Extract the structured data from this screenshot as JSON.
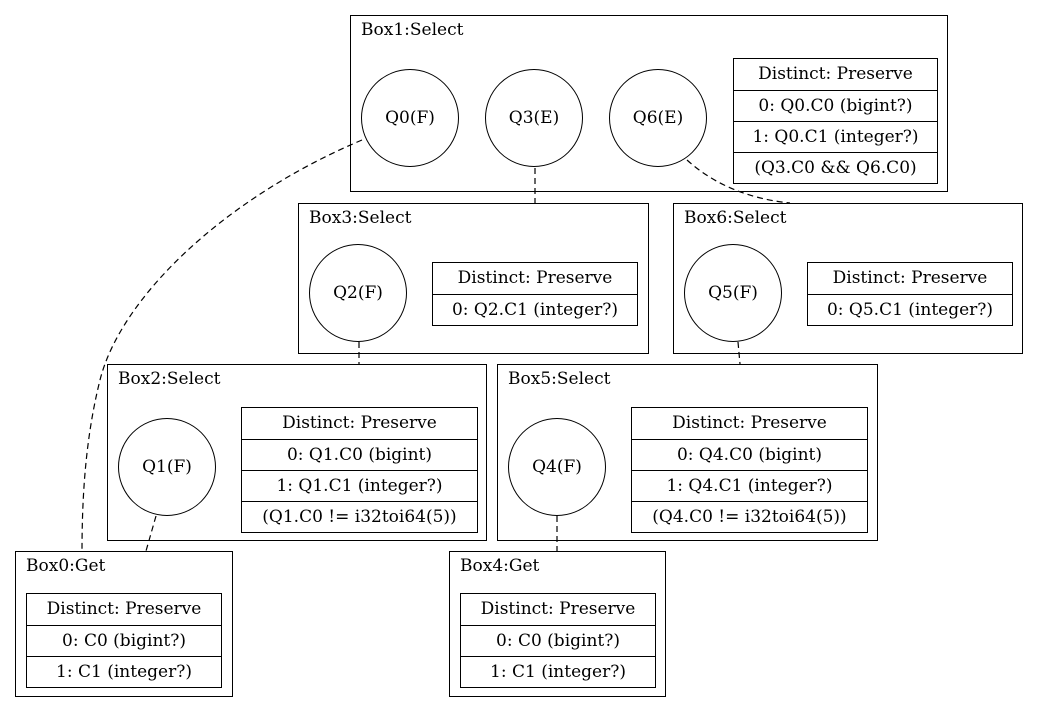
{
  "boxes": {
    "box0": {
      "title": "Box0:Get",
      "rows": [
        "Distinct: Preserve",
        "0: C0 (bigint?)",
        "1: C1 (integer?)"
      ]
    },
    "box1": {
      "title": "Box1:Select",
      "quantifiers": [
        "Q0(F)",
        "Q3(E)",
        "Q6(E)"
      ],
      "rows": [
        "Distinct: Preserve",
        "0: Q0.C0 (bigint?)",
        "1: Q0.C1 (integer?)",
        "(Q3.C0 && Q6.C0)"
      ]
    },
    "box2": {
      "title": "Box2:Select",
      "quantifiers": [
        "Q1(F)"
      ],
      "rows": [
        "Distinct: Preserve",
        "0: Q1.C0 (bigint)",
        "1: Q1.C1 (integer?)",
        "(Q1.C0 != i32toi64(5))"
      ]
    },
    "box3": {
      "title": "Box3:Select",
      "quantifiers": [
        "Q2(F)"
      ],
      "rows": [
        "Distinct: Preserve",
        "0: Q2.C1 (integer?)"
      ]
    },
    "box4": {
      "title": "Box4:Get",
      "rows": [
        "Distinct: Preserve",
        "0: C0 (bigint?)",
        "1: C1 (integer?)"
      ]
    },
    "box5": {
      "title": "Box5:Select",
      "quantifiers": [
        "Q4(F)"
      ],
      "rows": [
        "Distinct: Preserve",
        "0: Q4.C0 (bigint)",
        "1: Q4.C1 (integer?)",
        "(Q4.C0 != i32toi64(5))"
      ]
    },
    "box6": {
      "title": "Box6:Select",
      "quantifiers": [
        "Q5(F)"
      ],
      "rows": [
        "Distinct: Preserve",
        "0: Q5.C1 (integer?)"
      ]
    }
  },
  "edges": [
    {
      "from": "Q0(F)",
      "to": "Box0:Get"
    },
    {
      "from": "Q3(E)",
      "to": "Box3:Select"
    },
    {
      "from": "Q6(E)",
      "to": "Box6:Select"
    },
    {
      "from": "Q2(F)",
      "to": "Box2:Select"
    },
    {
      "from": "Q5(F)",
      "to": "Box5:Select"
    },
    {
      "from": "Q1(F)",
      "to": "Box0:Get"
    },
    {
      "from": "Q4(F)",
      "to": "Box4:Get"
    }
  ],
  "style": {
    "line_color": "#000000",
    "background": "#ffffff"
  }
}
